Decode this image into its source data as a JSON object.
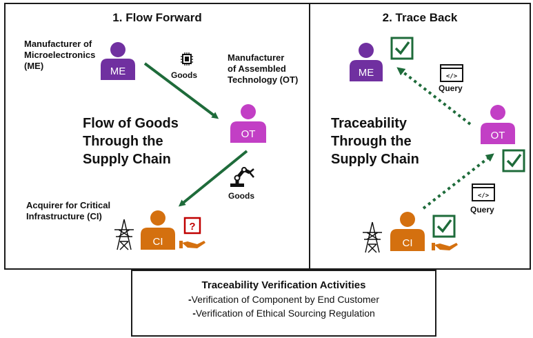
{
  "panels": {
    "left_title": "1. Flow Forward",
    "right_title": "2. Trace Back"
  },
  "actors": {
    "me_desc_line1": "Manufacturer of",
    "me_desc_line2": "Microelectronics",
    "me_desc_line3": "(ME)",
    "ot_desc_line1": "Manufacturer",
    "ot_desc_line2": "of Assembled",
    "ot_desc_line3": "Technology (OT)",
    "ci_desc_line1": "Acquirer for Critical",
    "ci_desc_line2": "Infrastructure (CI)",
    "me_badge": "ME",
    "ot_badge": "OT",
    "ci_badge": "CI"
  },
  "flow": {
    "heading_line1": "Flow of Goods",
    "heading_line2": "Through the",
    "heading_line3": "Supply Chain",
    "goods_label_1": "Goods",
    "goods_label_2": "Goods",
    "question_mark": "?"
  },
  "trace": {
    "heading_line1": "Traceability",
    "heading_line2": "Through the",
    "heading_line3": "Supply Chain",
    "query_label_1": "Query",
    "query_label_2": "Query"
  },
  "activities": {
    "title": "Traceability Verification Activities",
    "items": [
      "Verification of Component by End Customer",
      "Verification of Ethical Sourcing Regulation"
    ]
  },
  "colors": {
    "me": "#7030a0",
    "ot": "#c23fc5",
    "ci": "#d4700f",
    "arrow": "#1e6b3a",
    "check": "#1e6b3a",
    "question": "#c00000"
  }
}
